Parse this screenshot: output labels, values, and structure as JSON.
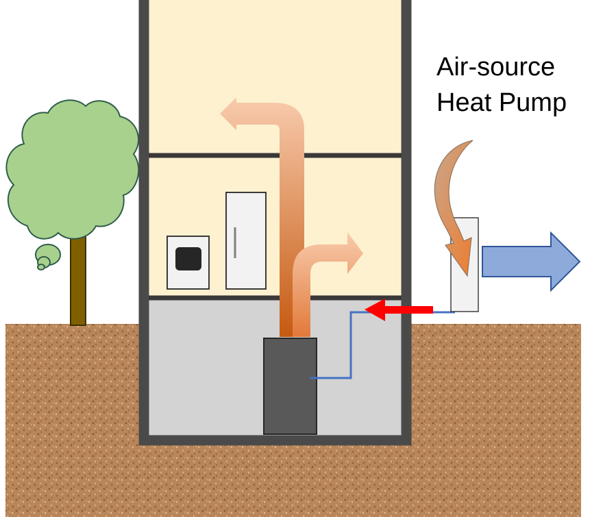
{
  "diagram": {
    "caption_lines": [
      "Air-source",
      "Heat Pump"
    ],
    "components": {
      "tree": "tree-icon",
      "house": "house-cross-section",
      "washing_machine": "washing-machine-icon",
      "refrigerator": "refrigerator-icon",
      "indoor_unit": "air-handler-unit",
      "outdoor_unit": "outdoor-heat-pump-unit",
      "ground": "soil"
    },
    "flows": {
      "warm_air": "warm-air-arrows",
      "refrigerant_line": "refrigerant-line",
      "heat_transfer": "red-arrow",
      "outdoor_air_in": "curved-intake-arrow",
      "outdoor_air_out": "blue-exhaust-arrow"
    }
  },
  "colors": {
    "upper_floors": "#fdf1cf",
    "basement": "#d3d3d3",
    "walls": "#4a4a4a",
    "soil": "#b9865a",
    "tree_canopy": "#a9d18e",
    "tree_outline": "#2f5d4a",
    "tree_trunk": "#7f6000",
    "warm_air_start": "#f8cbad",
    "warm_air_end": "#c55a11",
    "refrigerant_line": "#4472c4",
    "heat_transfer_arrow": "#ff0000",
    "exhaust_arrow": "#8eaadb",
    "appliance_fill": "#f2f2f2",
    "unit_fill": "#595959"
  }
}
